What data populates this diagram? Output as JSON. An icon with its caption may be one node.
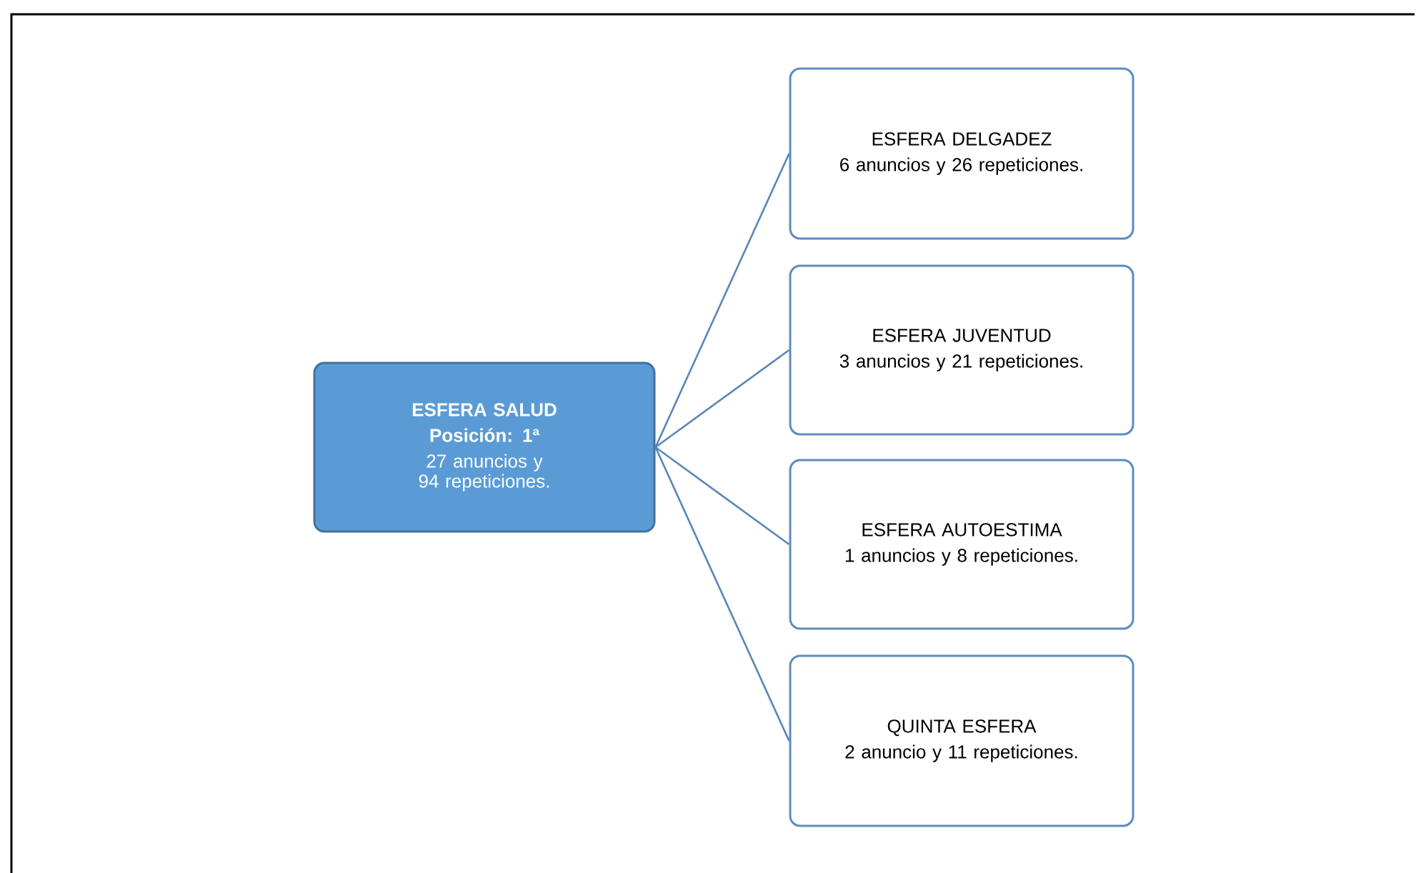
{
  "diagram": {
    "nodes": [
      {
        "text": [
          "ESFERA SALUD",
          "Posición: 1ª",
          "27 anuncios y 94 repeticiones."
        ]
      },
      {
        "text": [
          "ESFERA DELGADEZ",
          "6 anuncios y 26 repeticiones."
        ]
      },
      {
        "text": [
          "ESFERA JUVENTUD",
          "3 anuncios y 21 repeticiones."
        ]
      },
      {
        "text": [
          "ESFERA AUTOESTIMA",
          "1 anuncios y 8 repeticiones."
        ]
      },
      {
        "text": [
          "QUINTA  ESFERA",
          "2 anuncio y 11 repeticiones."
        ]
      }
    ],
    "edges": [
      {
        "from": 0,
        "to": 1,
        "arrow": "none"
      },
      {
        "from": 0,
        "to": 2,
        "arrow": "none"
      },
      {
        "from": 0,
        "to": 3,
        "arrow": "none"
      },
      {
        "from": 0,
        "to": 4,
        "arrow": "none"
      }
    ]
  }
}
